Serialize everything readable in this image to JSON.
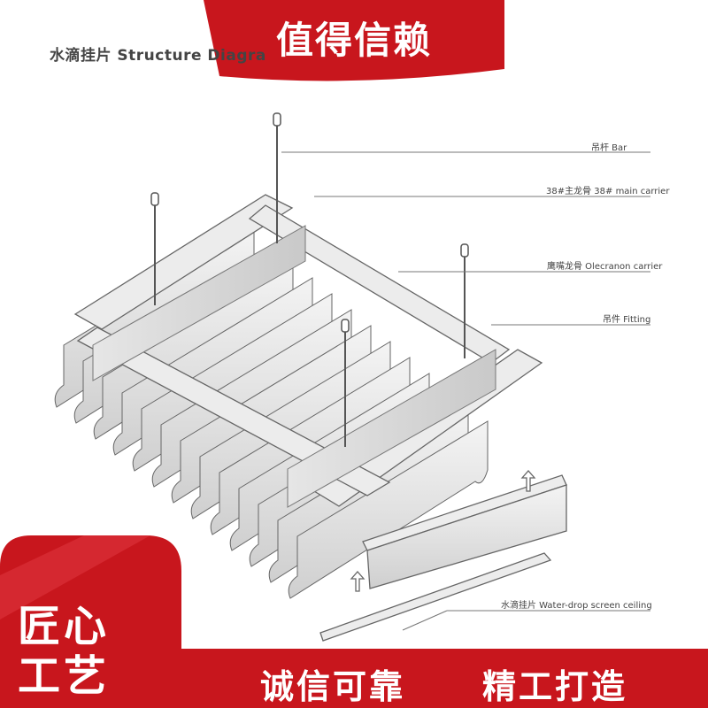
{
  "header": {
    "title": "水滴挂片 Structure Diagra",
    "banner": "值得信赖"
  },
  "callouts": [
    {
      "label": "吊杆 Bar"
    },
    {
      "label": "38#主龙骨 38# main carrier"
    },
    {
      "label": "鹰嘴龙骨 Olecranon carrier"
    },
    {
      "label": "吊件 Fitting"
    },
    {
      "label": "水滴挂片 Water-drop screen ceiling"
    }
  ],
  "footer": {
    "left": "诚信可靠",
    "right": "精工打造"
  },
  "badge": {
    "line1": "匠心",
    "line2": "工艺"
  },
  "colors": {
    "brand_red": "#c8161d",
    "line_gray": "#666666",
    "fill_gray": "#d8d8d8"
  }
}
